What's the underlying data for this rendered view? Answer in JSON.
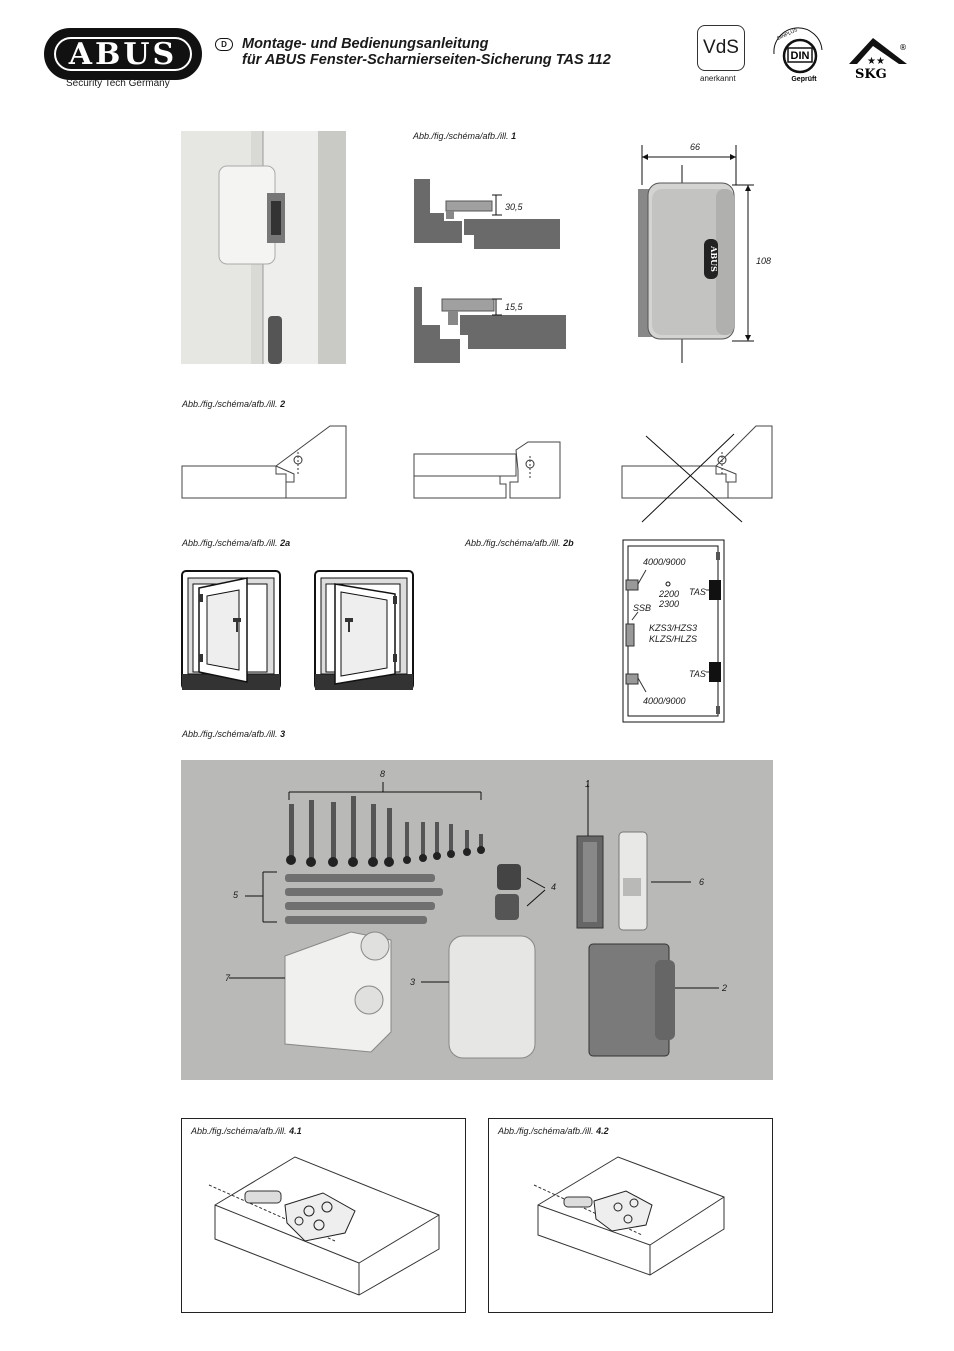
{
  "header": {
    "logo_text": "ABUS",
    "tagline": "Security Tech Germany",
    "lang": "D",
    "title_line1": "Montage- und Bedienungsanleitung",
    "title_line2": "für ABUS Fenster-Scharnierseiten-Sicherung TAS 112",
    "vds_label": "VdS",
    "vds_sub": "anerkannt",
    "din_label": "DIN",
    "din_sub": "Geprüft",
    "din_ring": "DINPLUS",
    "skg_label": "SKG",
    "reg_mark": "®"
  },
  "fig_prefix": "Abb./fig./schéma/afb./ill.",
  "fig1": {
    "num": "1",
    "dim_top": "30,5",
    "dim_bottom": "15,5",
    "width": "66",
    "height": "108",
    "brand": "ABUS"
  },
  "fig2": {
    "num": "2"
  },
  "fig2a": {
    "num": "2a"
  },
  "fig2b": {
    "num": "2b",
    "top_label": "4000/9000",
    "mid_num1": "2200",
    "mid_num2": "2300",
    "ssb": "SSB",
    "kzs1": "KZS3/HZS3",
    "kzs2": "KLZS/HLZS",
    "tas1": "TAS",
    "tas2": "TAS",
    "bottom_label": "4000/9000"
  },
  "fig3": {
    "num": "3",
    "labels": {
      "l1": "1",
      "l2": "2",
      "l3": "3",
      "l4": "4",
      "l5": "5",
      "l6": "6",
      "l7": "7",
      "l8": "8"
    }
  },
  "fig41": {
    "num": "4.1"
  },
  "fig42": {
    "num": "4.2"
  }
}
